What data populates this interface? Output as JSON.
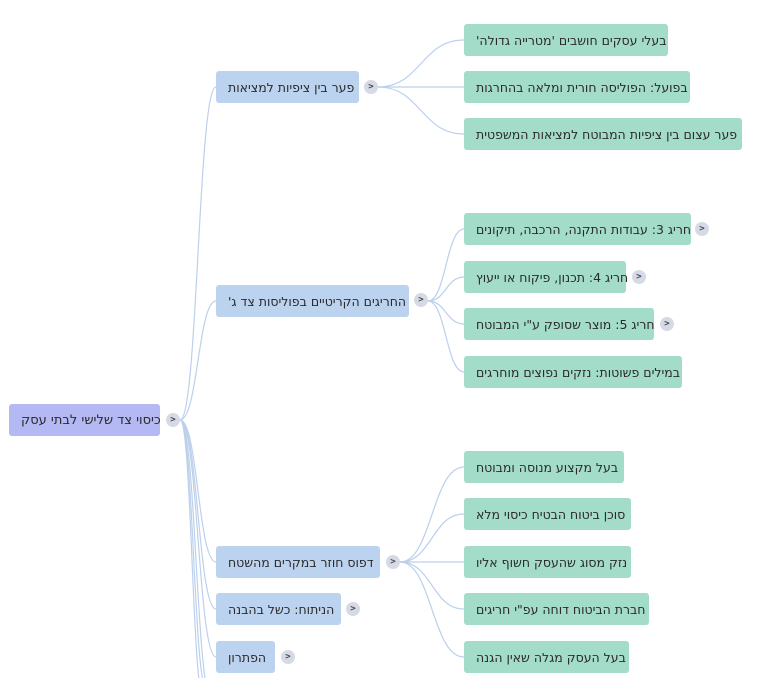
{
  "root": {
    "label": "כיסוי צד שלישי לבתי עסק"
  },
  "toggle_symbol": ">",
  "branches": [
    {
      "label": "פער בין ציפיות למציאות",
      "children": [
        "בעלי עסקים חושבים 'מטרייה גדולה'",
        "בפועל: הפוליסה חורית ומלאה בהחרגות",
        "פער עצום בין ציפיות המבוטח למציאות המשפטית"
      ]
    },
    {
      "label": "החריגים הקריטיים בפוליסות צד ג'",
      "children": [
        "חריג 3: עבודות התקנה, הרכבה, תיקונים",
        "חריג 4: תכנון, פיקוח או ייעוץ",
        "חריג 5: מוצר שסופק ע\"י המבוטח",
        "במילים פשוטות: נזקים נפוצים מוחרגים"
      ]
    },
    {
      "label": "דפוס חוזר במקרים מהשטח",
      "children": [
        "בעל מקצוע מנוסה ומבוטח",
        "סוכן ביטוח הבטיח כיסוי מלא",
        "נזק מסוג שהעסק חשוף אליו",
        "חברת הביטוח דוחה עפ\"י חריגים",
        "בעל העסק מגלה שאין הגנה"
      ]
    },
    {
      "label": "הניתוח: כשל בהבנה",
      "children": []
    },
    {
      "label": "הפתרון",
      "children": []
    }
  ]
}
